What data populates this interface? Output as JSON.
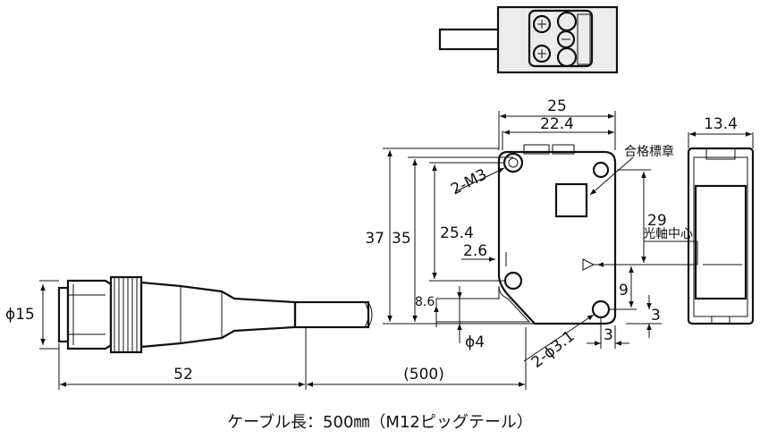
{
  "dimensions": {
    "connector_diameter": "ϕ15",
    "connector_length": "52",
    "cable_length": "(500)",
    "body_width": "25",
    "body_width_inner": "22.4",
    "body_depth": "13.4",
    "height_total": "37",
    "height_35": "35",
    "height_25_4": "25.4",
    "offset_2_6": "2.6",
    "offset_8_6": "8.6",
    "diameter_4": "ϕ4",
    "holes_m3": "2-M3",
    "holes_3_1": "2-ϕ3.1",
    "optical_axis_height": "29",
    "dim_9": "9",
    "dim_3_right": "3",
    "dim_3_bottom": "3"
  },
  "labels": {
    "inspection_label": "合格標章",
    "optical_axis_center": "光軸中心",
    "cable_caption": "ケーブル長：500㎜（M12ピッグテール）"
  }
}
